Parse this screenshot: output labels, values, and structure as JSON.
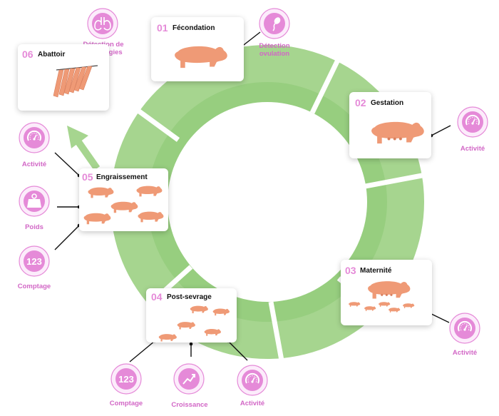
{
  "stages": {
    "s1": {
      "number": "01",
      "title": "Fécondation"
    },
    "s2": {
      "number": "02",
      "title": "Gestation"
    },
    "s3": {
      "number": "03",
      "title": "Maternité"
    },
    "s4": {
      "number": "04",
      "title": "Post-sevrage"
    },
    "s5": {
      "number": "05",
      "title": "Engraissement"
    },
    "s6": {
      "number": "06",
      "title": "Abattoir"
    }
  },
  "sensors": {
    "detection_ovulation": "Détection ovulation",
    "detection_pathologies": "Détection de pathologies",
    "activite": "Activité",
    "poids": "Poids",
    "comptage": "Comptage",
    "croissance": "Croissance",
    "comptage_glyph": "123"
  },
  "colors": {
    "ring_outer": "#a6d58f",
    "ring_inner": "#8bc873",
    "pig": "#ef9a76",
    "sensor_pink": "#e58ad8",
    "sensor_bg": "#fcecfb"
  },
  "icons": [
    "pig-icon",
    "lungs-icon",
    "sperm-icon",
    "gauge-icon",
    "weight-icon",
    "counter-icon",
    "growth-chart-icon",
    "carcass-icon",
    "arrow-icon"
  ]
}
